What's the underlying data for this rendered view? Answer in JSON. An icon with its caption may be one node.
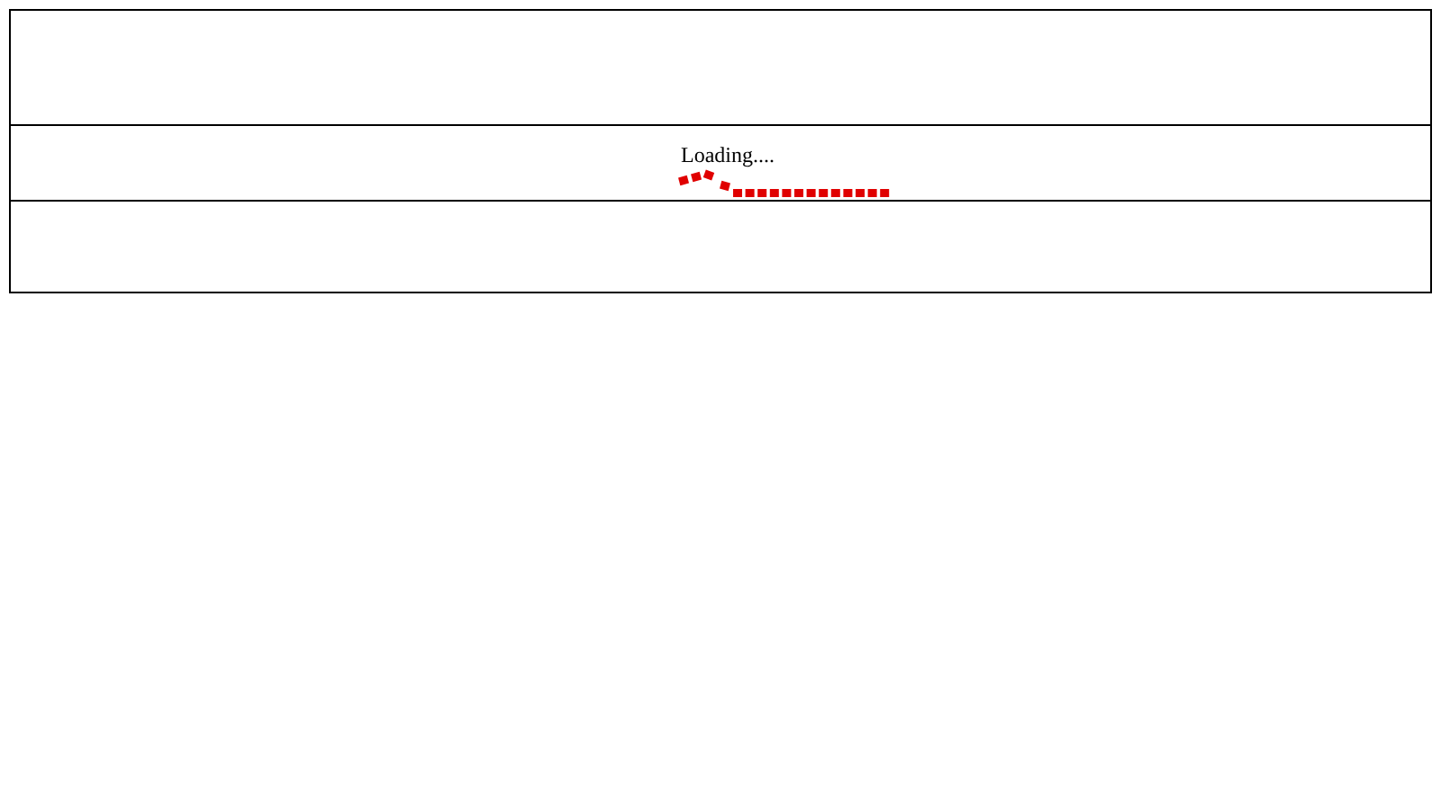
{
  "diagram": {
    "nodes": [
      {
        "text": [],
        "shape": "box"
      },
      {
        "text": [
          "Loading...."
        ],
        "in": 0
      }
    ]
  }
}
